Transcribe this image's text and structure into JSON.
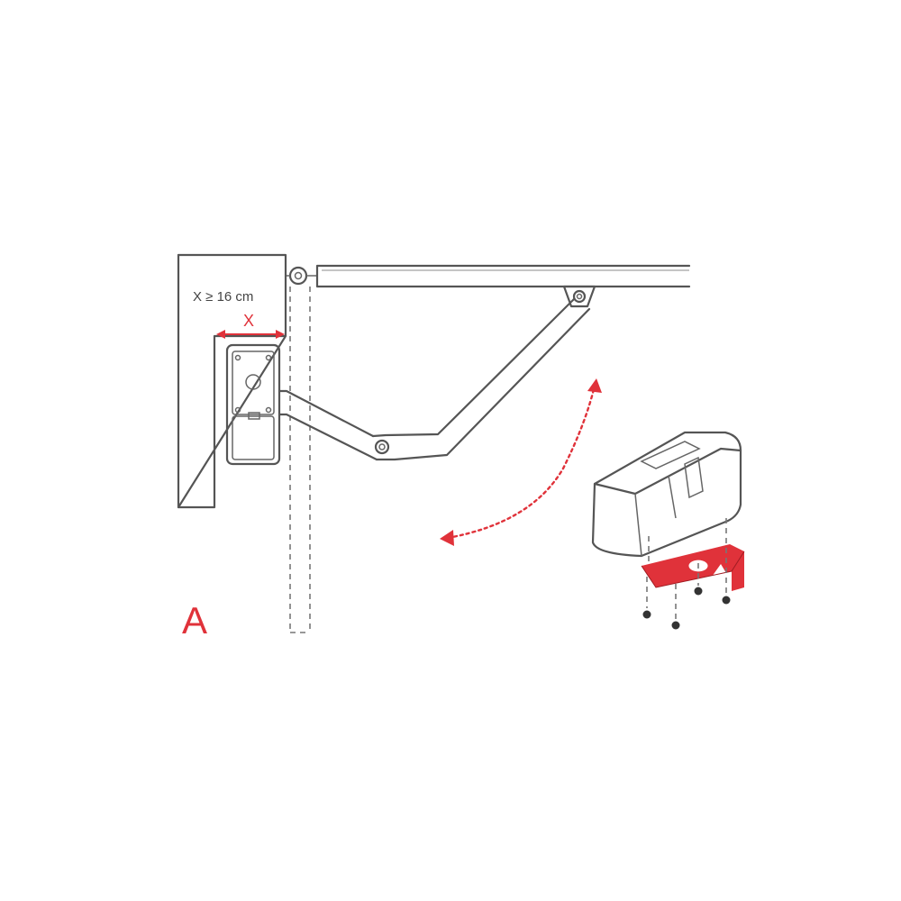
{
  "labels": {
    "distance_rule": "X ≥ 16 cm",
    "dimension_symbol": "X",
    "figure_letter": "A"
  },
  "colors": {
    "accent": "#e0323a",
    "line": "#555555",
    "background": "#ffffff"
  },
  "icons": {
    "rotation": "curved-double-arrow-icon",
    "hardware": "screw-icon"
  }
}
